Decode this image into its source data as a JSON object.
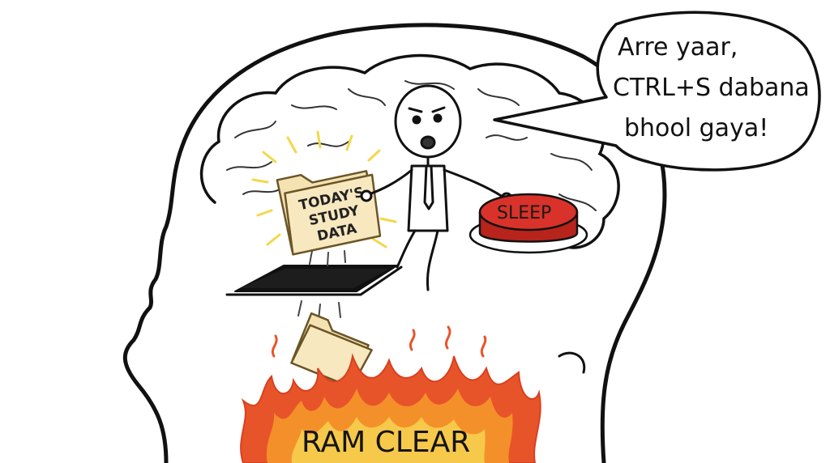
{
  "speech_bubble": {
    "line1": "Arre yaar,",
    "line2": "CTRL+S dabana",
    "line3": "bhool gaya!"
  },
  "folder": {
    "line1": "TODAY'S",
    "line2": "STUDY",
    "line3": "DATA"
  },
  "sleep_button": {
    "label": "SLEEP"
  },
  "fire": {
    "label": "RAM CLEAR"
  },
  "colors": {
    "ink": "#111111",
    "folder_fill": "#f4e2b2",
    "glow": "#f2d84a",
    "sleep_red": "#d9322a",
    "fire_orange": "#f4902a",
    "fire_yellow": "#f7c94a",
    "fire_red": "#e8542a"
  }
}
